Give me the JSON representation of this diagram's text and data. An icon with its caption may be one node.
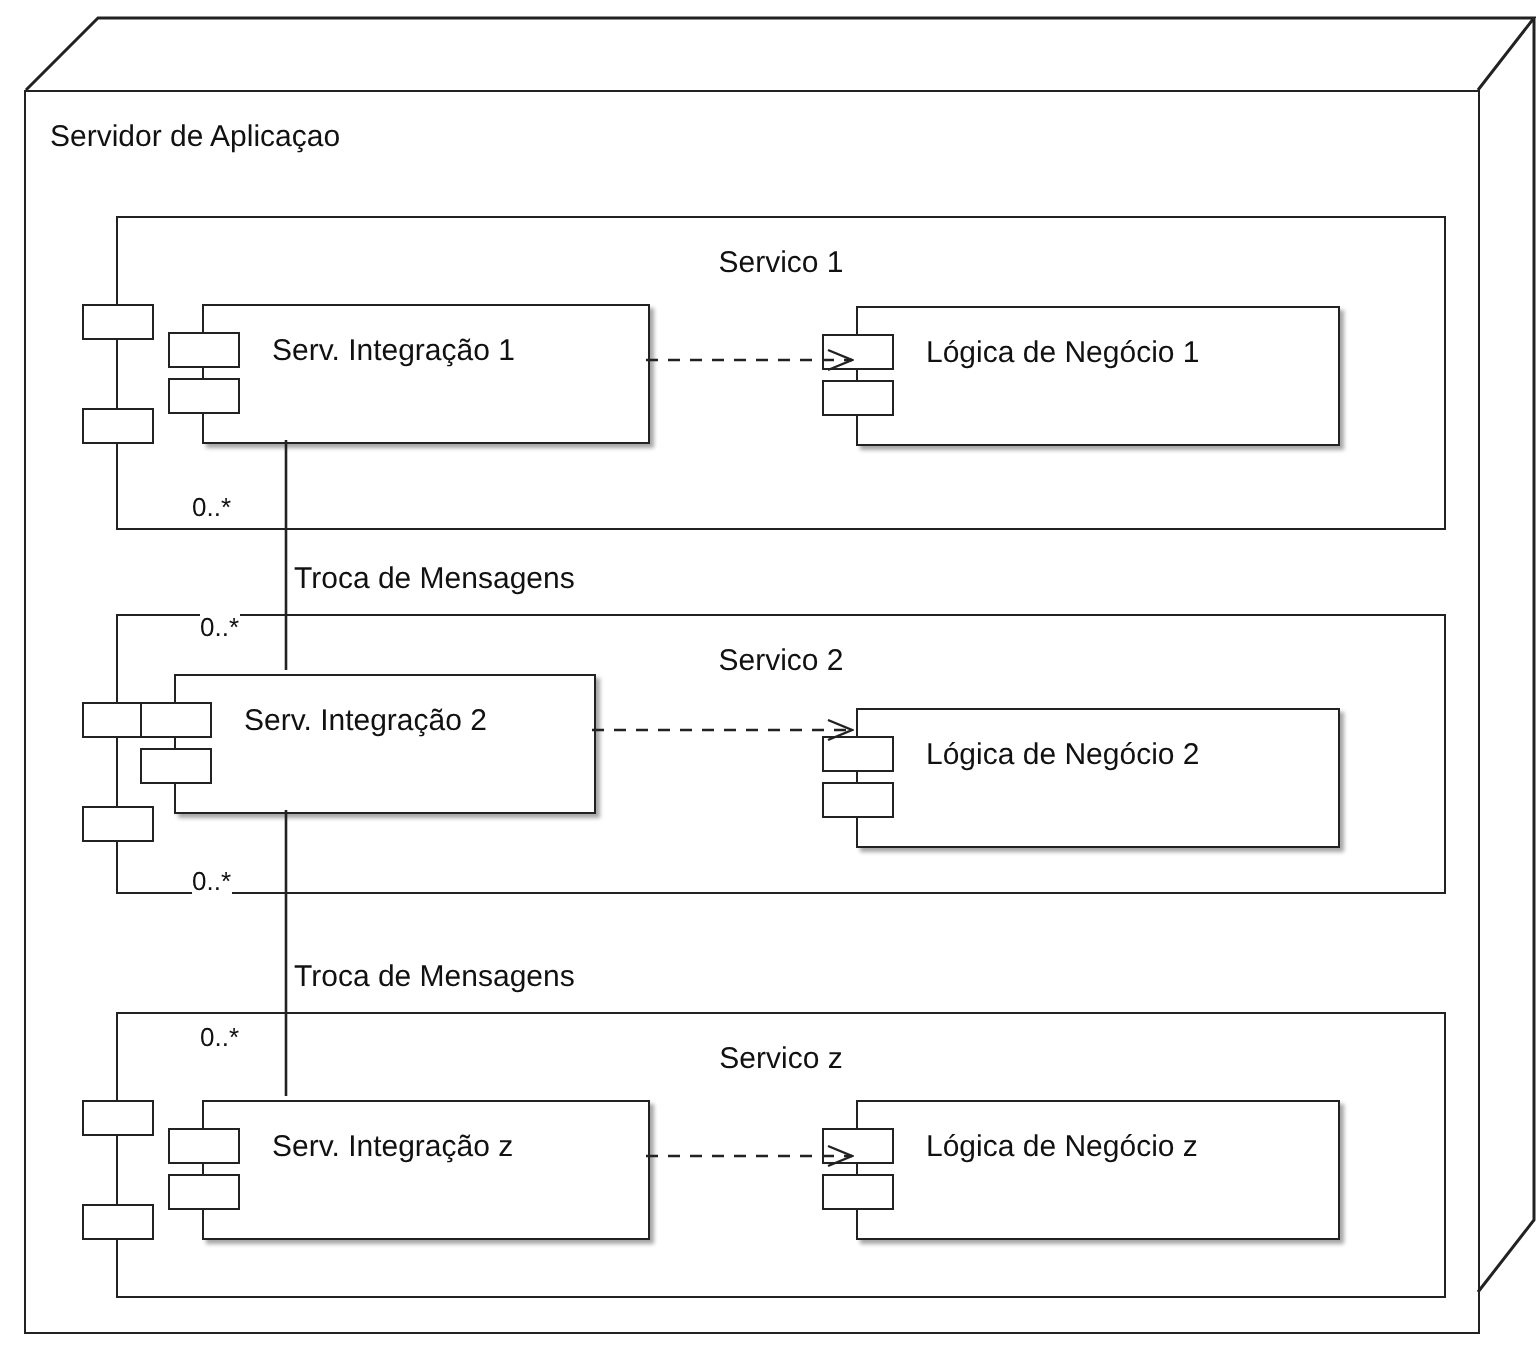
{
  "diagram": {
    "nodes": [
      {
        "text": [
          "Servidor de Aplicaçao"
        ]
      },
      {
        "text": [
          "Servico 1"
        ],
        "in": 0
      },
      {
        "text": [
          "Serv. Integração 1"
        ],
        "in": 1
      },
      {
        "text": [
          "Lógica de Negócio 1"
        ],
        "in": 1
      },
      {
        "text": [
          "Servico 2"
        ],
        "in": 0
      },
      {
        "text": [
          "Serv. Integração 2"
        ],
        "in": 4
      },
      {
        "text": [
          "Lógica de Negócio 2"
        ],
        "in": 4
      },
      {
        "text": [
          "Servico z"
        ],
        "in": 0
      },
      {
        "text": [
          "Serv. Integração z"
        ],
        "in": 7
      },
      {
        "text": [
          "Lógica de Negócio z"
        ],
        "in": 7
      }
    ],
    "edges": [
      {
        "from": 2,
        "to": 3,
        "arrow": "to",
        "style": "dashed"
      },
      {
        "from": 5,
        "to": 6,
        "arrow": "to",
        "style": "dashed"
      },
      {
        "from": 8,
        "to": 9,
        "arrow": "to",
        "style": "dashed"
      },
      {
        "from": 2,
        "to": 5,
        "arrow": "none",
        "label": "Troca de Mensagens"
      },
      {
        "from": 5,
        "to": 8,
        "arrow": "none",
        "label": "Troca de Mensagens"
      }
    ],
    "labels": [
      "0..*",
      "0..*",
      "0..*",
      "0..*"
    ]
  }
}
